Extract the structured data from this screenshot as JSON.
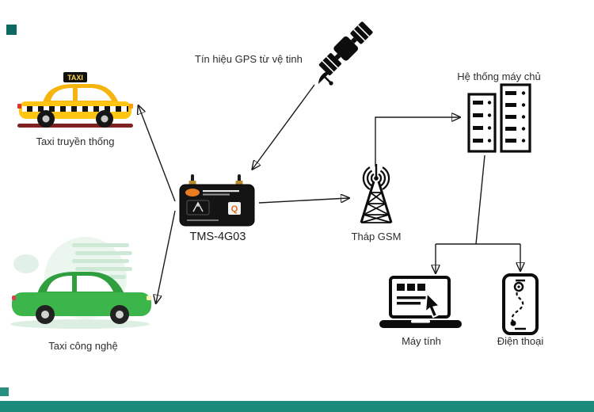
{
  "diagram": {
    "type": "flow-diagram",
    "nodes": {
      "satellite": {
        "label": "Tín hiệu GPS từ vệ tinh",
        "icon": "satellite-icon"
      },
      "traditional_taxi": {
        "label": "Taxi truyền thống",
        "icon": "taxi-icon",
        "roof_sign": "TAXI"
      },
      "tech_taxi": {
        "label": "Taxi công nghệ",
        "icon": "green-car-icon"
      },
      "device": {
        "label": "TMS-4G03",
        "icon": "gps-tracker-device-icon",
        "badge": "Q"
      },
      "gsm_tower": {
        "label": "Tháp GSM",
        "icon": "gsm-tower-icon"
      },
      "server": {
        "label": "Hệ thống máy chủ",
        "icon": "server-rack-icon"
      },
      "computer": {
        "label": "Máy tính",
        "icon": "laptop-icon"
      },
      "phone": {
        "label": "Điện thoại",
        "icon": "smartphone-icon"
      }
    },
    "edges": [
      {
        "from": "satellite",
        "to": "device"
      },
      {
        "from": "device",
        "to": "traditional_taxi"
      },
      {
        "from": "device",
        "to": "tech_taxi"
      },
      {
        "from": "device",
        "to": "gsm_tower"
      },
      {
        "from": "gsm_tower",
        "to": "server"
      },
      {
        "from": "server",
        "to": "computer"
      },
      {
        "from": "server",
        "to": "phone"
      }
    ],
    "colors": {
      "taxi_yellow": "#FFC512",
      "car_green": "#3CB54A",
      "accent_teal_bar": "#1B8A7B",
      "accent_teal_square_top": "#0D6A62",
      "accent_teal_square_bottom": "#27907F",
      "arrow_line": "#1A1A1A",
      "device_black": "#141414",
      "logo_orange": "#E87C1E"
    }
  }
}
